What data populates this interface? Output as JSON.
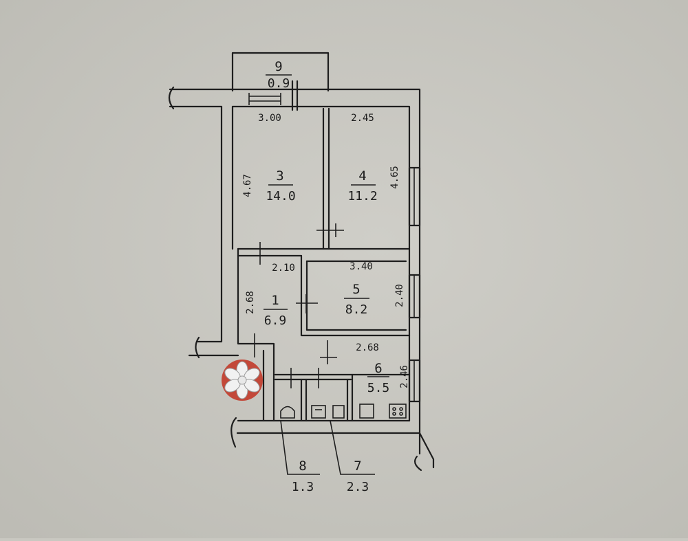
{
  "plan": {
    "rooms": [
      {
        "id": "room-9",
        "number": "9",
        "area": "0.9"
      },
      {
        "id": "room-3",
        "number": "3",
        "area": "14.0"
      },
      {
        "id": "room-4",
        "number": "4",
        "area": "11.2"
      },
      {
        "id": "room-1",
        "number": "1",
        "area": "6.9"
      },
      {
        "id": "room-5",
        "number": "5",
        "area": "8.2"
      },
      {
        "id": "room-6",
        "number": "6",
        "area": "5.5"
      },
      {
        "id": "room-8",
        "number": "8",
        "area": "1.3"
      },
      {
        "id": "room-7",
        "number": "7",
        "area": "2.3"
      }
    ],
    "dimensions": {
      "d300": "3.00",
      "d245": "2.45",
      "d467": "4.67",
      "d465": "4.65",
      "d210": "2.10",
      "d340": "3.40",
      "d268a": "2.68",
      "d240": "2.40",
      "d268b": "2.68",
      "d246": "2.46"
    }
  },
  "stamp_icon": "flower-stamp-icon"
}
